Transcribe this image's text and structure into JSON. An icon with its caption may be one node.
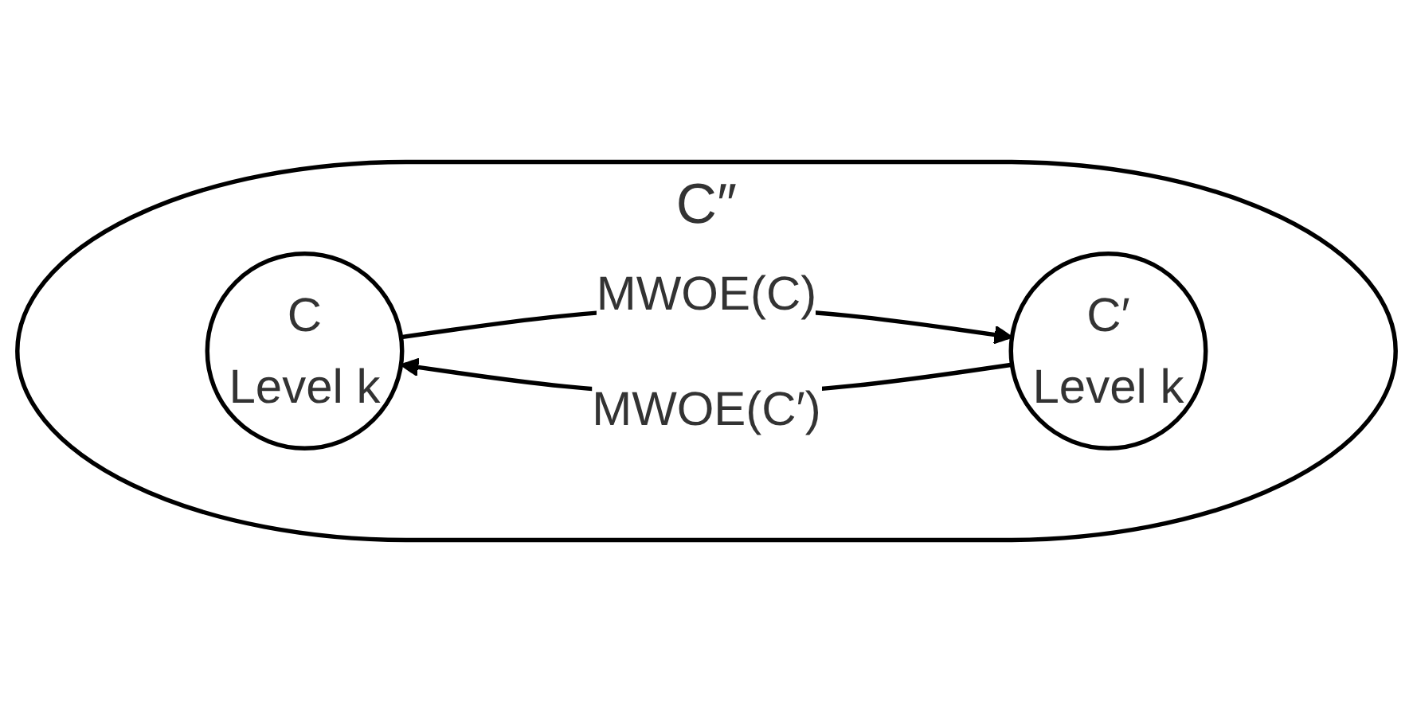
{
  "diagram": {
    "nodes": [
      {
        "text": [
          "C″"
        ]
      },
      {
        "text": [
          "C",
          "Level k"
        ],
        "in": 0
      },
      {
        "text": [
          "C′",
          "Level k"
        ],
        "in": 0
      }
    ],
    "edges": [
      {
        "from": 1,
        "to": 2,
        "arrow": "to",
        "label": "MWOE(C)"
      },
      {
        "from": 2,
        "to": 1,
        "arrow": "to",
        "label": "MWOE(C′)"
      }
    ]
  }
}
